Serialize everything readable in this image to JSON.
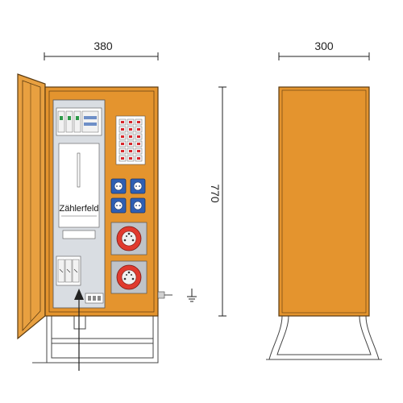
{
  "dimensions": {
    "front_width": "380",
    "side_depth": "300",
    "height": "770"
  },
  "meter_panel": {
    "label": "Zählerfeld"
  },
  "colors": {
    "cabinet": "#e4942e",
    "cabinet_outline": "#5a3a10",
    "door": "#e8a040",
    "panel": "#d9dde2",
    "meter": "#ffffff",
    "socket_blue": "#2f5fb3",
    "socket_red": "#e03a2e",
    "breaker_red": "#d8262b",
    "stand": "#ffffff"
  },
  "icons": {
    "ground": "ground-icon",
    "cable_arrow": "arrow-up-icon"
  }
}
